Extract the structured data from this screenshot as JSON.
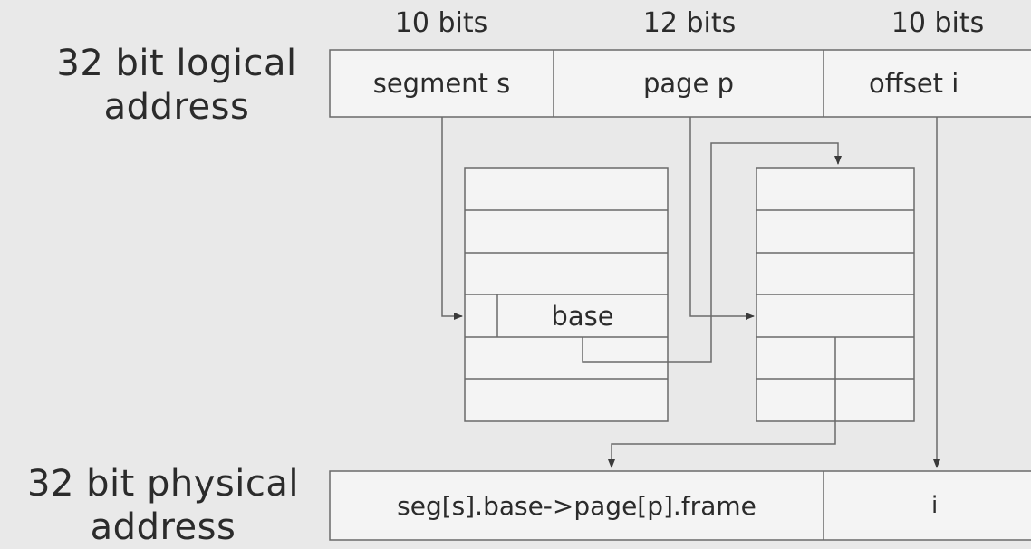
{
  "logical": {
    "label": "32 bit logical address",
    "bits": [
      "10 bits",
      "12 bits",
      "10 bits"
    ],
    "fields": [
      "segment s",
      "page p",
      "offset i"
    ]
  },
  "segment_table": {
    "entry_label": "base"
  },
  "physical": {
    "label": "32 bit physical address",
    "fields": [
      "seg[s].base->page[p].frame",
      "i"
    ]
  },
  "colors": {
    "background": "#e9e9e9",
    "box_fill": "#f4f4f4",
    "line": "#6a6a6a",
    "text": "#2b2b2b"
  }
}
